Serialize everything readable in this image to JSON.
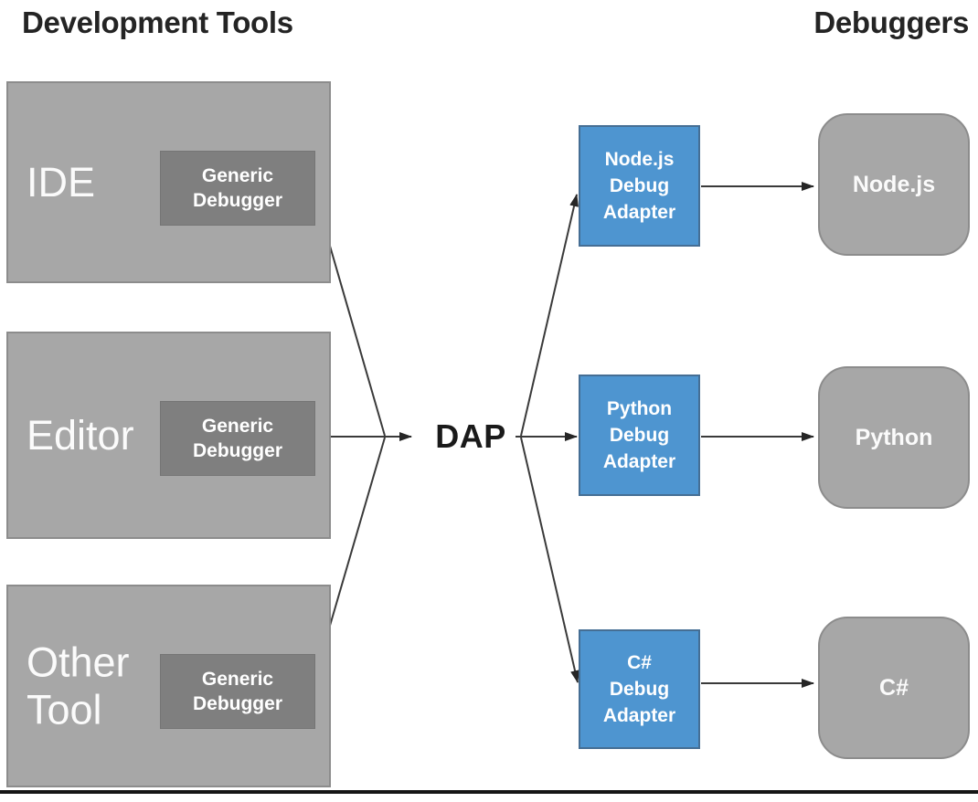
{
  "titles": {
    "development_tools": "Development Tools",
    "debuggers": "Debuggers"
  },
  "dap_label": "DAP",
  "tools": [
    {
      "name": "IDE",
      "debugger_lines": [
        "Generic",
        "Debugger"
      ]
    },
    {
      "name": "Editor",
      "debugger_lines": [
        "Generic",
        "Debugger"
      ]
    },
    {
      "name": "Other Tool",
      "debugger_lines": [
        "Generic",
        "Debugger"
      ]
    }
  ],
  "adapters": [
    {
      "lines": [
        "Node.js",
        "Debug",
        "Adapter"
      ],
      "target": "Node.js"
    },
    {
      "lines": [
        "Python",
        "Debug",
        "Adapter"
      ],
      "target": "Python"
    },
    {
      "lines": [
        "C#",
        "Debug",
        "Adapter"
      ],
      "target": "C#"
    }
  ],
  "connections": [
    {
      "from": "IDE Generic Debugger",
      "to": "DAP"
    },
    {
      "from": "Editor Generic Debugger",
      "to": "DAP"
    },
    {
      "from": "Other Tool Generic Debugger",
      "to": "DAP"
    },
    {
      "from": "DAP",
      "to": "Node.js Debug Adapter"
    },
    {
      "from": "DAP",
      "to": "Python Debug Adapter"
    },
    {
      "from": "DAP",
      "to": "C# Debug Adapter"
    },
    {
      "from": "Node.js Debug Adapter",
      "to": "Node.js"
    },
    {
      "from": "Python Debug Adapter",
      "to": "Python"
    },
    {
      "from": "C# Debug Adapter",
      "to": "C#"
    }
  ],
  "colors": {
    "tool_box_fill": "#a7a7a7",
    "tool_box_border": "#8c8c8c",
    "generic_debugger_fill": "#7f7f7f",
    "adapter_fill": "#4e95d0",
    "adapter_border": "#456e94",
    "runtime_fill": "#a7a7a7",
    "connector_line": "#3a3a3a",
    "title_text": "#242424",
    "box_label_text": "#ffffff",
    "bottom_rule": "#161616"
  }
}
